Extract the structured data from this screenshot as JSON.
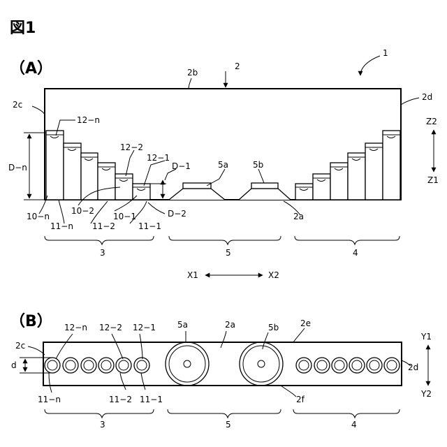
{
  "figure_title": "図1",
  "panel_a": {
    "label": "（A）",
    "refs": {
      "r1": "1",
      "r2": "2",
      "r2b": "2b",
      "r2c": "2c",
      "r2d": "2d",
      "r2a": "2a",
      "r12n": "12−n",
      "r122": "12−2",
      "r121": "12−1",
      "rDn": "D−n",
      "rD1": "D−1",
      "rD2": "D−2",
      "r10n": "10−n",
      "r11n": "11−n",
      "r102": "10−2",
      "r112": "11−2",
      "r101": "10−1",
      "r111": "11−1",
      "r5a": "5a",
      "r5b": "5b",
      "r3": "3",
      "r5": "5",
      "r4": "4"
    },
    "z_axis": {
      "top": "Z2",
      "bottom": "Z1"
    },
    "x_axis": {
      "left": "X1",
      "right": "X2"
    }
  },
  "panel_b": {
    "label": "（B）",
    "refs": {
      "r2c": "2c",
      "r12n": "12−n",
      "r122": "12−2",
      "r121": "12−1",
      "r5a": "5a",
      "r2a": "2a",
      "r5b": "5b",
      "r2e": "2e",
      "r2d": "2d",
      "r2f": "2f",
      "rd": "d",
      "r11n": "11−n",
      "r112": "11−2",
      "r111": "11−1",
      "r3": "3",
      "r5": "5",
      "r4": "4"
    },
    "y_axis": {
      "top": "Y1",
      "bottom": "Y2"
    }
  }
}
